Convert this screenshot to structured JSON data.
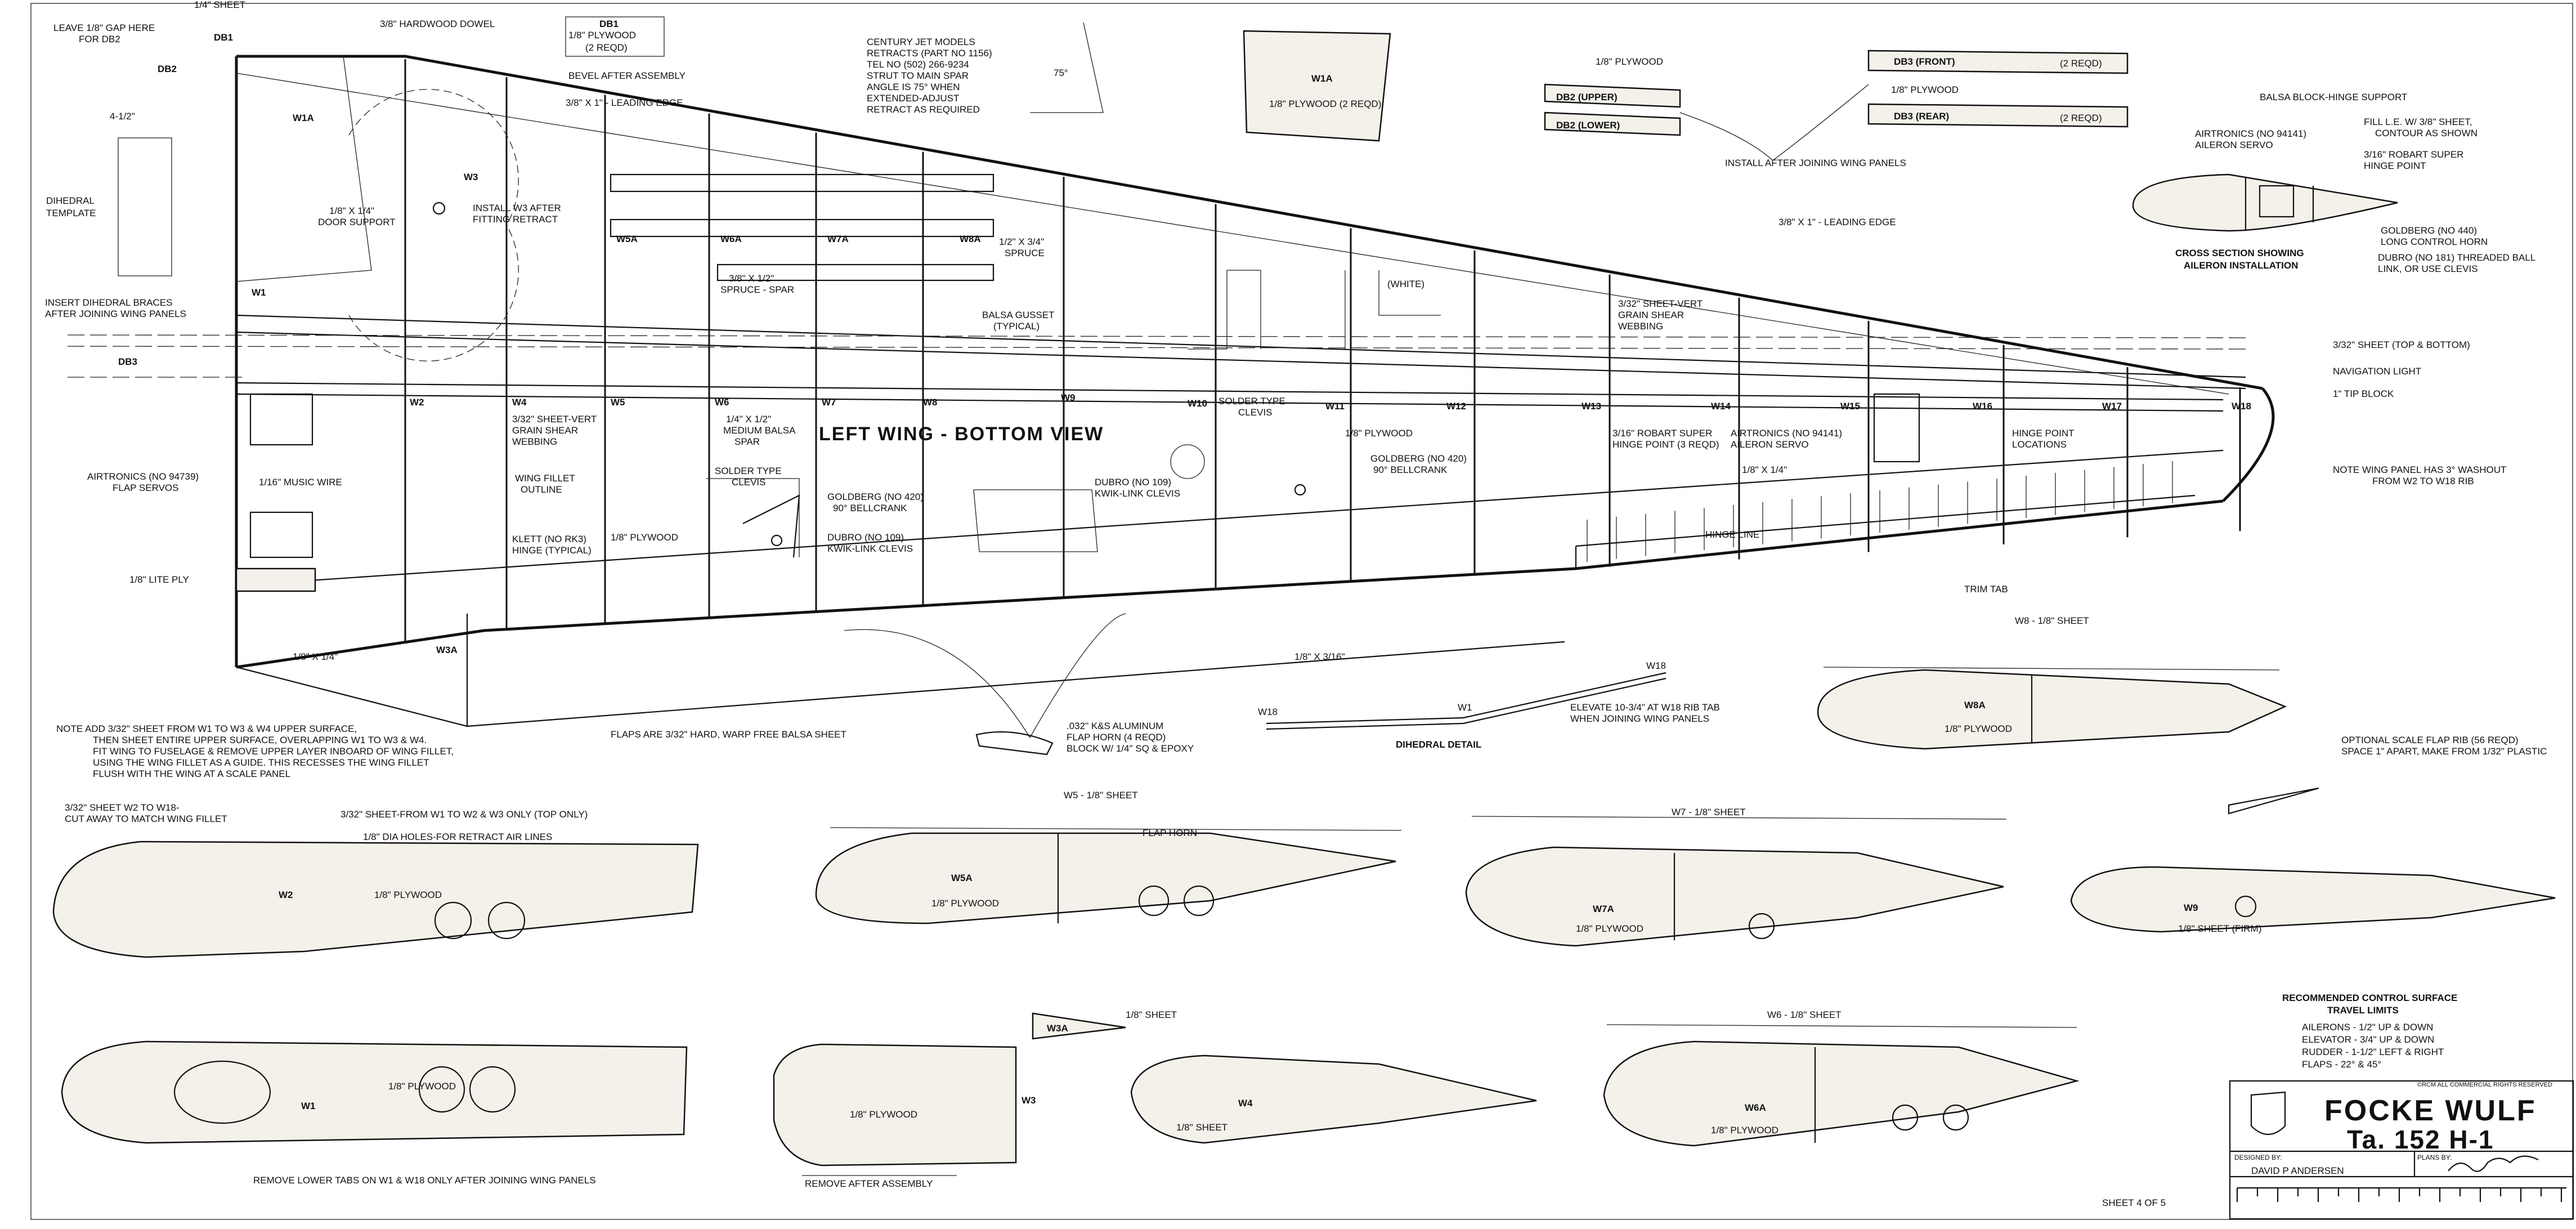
{
  "title": {
    "line1": "FOCKE WULF",
    "line2": "Ta. 152 H-1",
    "designed_by_label": "DESIGNED BY:",
    "designer": "DAVID P ANDERSEN",
    "plans_by_label": "PLANS BY:",
    "sheet": "SHEET 4 OF 5",
    "rights": "©RCM ALL COMMERCIAL RIGHTS RESERVED"
  },
  "control_limits": {
    "heading1": "RECOMMENDED CONTROL SURFACE",
    "heading2": "TRAVEL LIMITS",
    "rows": [
      "AILERONS - 1/2\" UP & DOWN",
      "ELEVATOR - 3/4\" UP & DOWN",
      "RUDDER - 1-1/2\" LEFT & RIGHT",
      "FLAPS - 22° & 45°"
    ]
  },
  "wing": {
    "view_label": "LEFT WING - BOTTOM VIEW",
    "ribs": [
      "W1",
      "W2",
      "W3",
      "W4",
      "W5",
      "W6",
      "W7",
      "W8",
      "W9",
      "W10",
      "W11",
      "W12",
      "W13",
      "W14",
      "W15",
      "W16",
      "W17",
      "W18"
    ],
    "rib_a": [
      "W1A",
      "W5A",
      "W6A",
      "W7A",
      "W8A",
      "W3A"
    ],
    "labels": {
      "gap": "LEAVE 1/8\" GAP HERE",
      "gap2": "FOR DB2",
      "sheet_1_4": "1/4\" SHEET",
      "db1": "DB1",
      "db2": "DB2",
      "db3": "DB3",
      "dowel": "3/8\" HARDWOOD DOWEL",
      "db1_box1": "DB1",
      "db1_box2": "1/8\" PLYWOOD",
      "db1_box3": "(2 REQD)",
      "bevel": "BEVEL AFTER ASSEMBLY",
      "le1": "3/8\" X 1\" - LEADING EDGE",
      "le2": "3/8\" X 1\" - LEADING EDGE",
      "dihedral_template1": "DIHEDRAL",
      "dihedral_template2": "TEMPLATE",
      "dim_4_1_2": "4-1/2\"",
      "door_support1": "1/8\" X 1/4\"",
      "door_support2": "DOOR SUPPORT",
      "install_w3_1": "INSTALL W3 AFTER",
      "install_w3_2": "FITTING RETRACT",
      "insert_braces1": "INSERT DIHEDRAL BRACES",
      "insert_braces2": "AFTER JOINING WING PANELS",
      "century1": "CENTURY JET MODELS",
      "century2": "RETRACTS (PART NO 1156)",
      "century3": "TEL NO (502) 266-9234",
      "century4": "STRUT TO MAIN SPAR",
      "century5": "ANGLE IS 75° WHEN",
      "century6": "EXTENDED-ADJUST",
      "century7": "RETRACT AS REQUIRED",
      "angle": "75°",
      "spruce_spar1": "3/8\" X 1/2\"",
      "spruce_spar2": "SPRUCE - SPAR",
      "spruce1": "1/2\" X 3/4\"",
      "spruce2": "SPRUCE",
      "gusset1": "BALSA GUSSET",
      "gusset2": "(TYPICAL)",
      "white": "(WHITE)",
      "sheet_vert1": "3/32\" SHEET-VERT",
      "sheet_vert2": "GRAIN SHEAR",
      "sheet_vert3": "WEBBING",
      "sheet_tb": "3/32\" SHEET (TOP & BOTTOM)",
      "nav": "NAVIGATION LIGHT",
      "tip": "1\" TIP BLOCK",
      "washout1": "NOTE WING PANEL HAS 3° WASHOUT",
      "washout2": "FROM W2 TO W18 RIB",
      "flap_servos1": "AIRTRONICS (NO 94739)",
      "flap_servos2": "FLAP SERVOS",
      "music_wire": "1/16\" MUSIC WIRE",
      "lite_ply": "1/8\" LITE PLY",
      "fillet1": "WING FILLET",
      "fillet2": "OUTLINE",
      "klett1": "KLETT (NO RK3)",
      "klett2": "HINGE (TYPICAL)",
      "ply_18": "1/8\" PLYWOOD",
      "balsa_spar1": "1/4\" X 1/2\"",
      "balsa_spar2": "MEDIUM BALSA",
      "balsa_spar3": "SPAR",
      "solder1": "SOLDER TYPE",
      "solder2": "CLEVIS",
      "goldberg420a": "GOLDBERG (NO 420)",
      "goldberg420b": "90° BELLCRANK",
      "dubro109a": "DUBRO (NO 109)",
      "dubro109b": "KWIK-LINK CLEVIS",
      "robart1": "3/16\" ROBART SUPER",
      "robart2": "HINGE POINT (3 REQD)",
      "aileron_servo1": "AIRTRONICS (NO 94141)",
      "aileron_servo2": "AILERON SERVO",
      "hinge_pts1": "HINGE POINT",
      "hinge_pts2": "LOCATIONS",
      "hinge_line": "HINGE LINE",
      "trim_tab": "TRIM TAB",
      "sheet_18x14a": "1/8\" X 1/4\"",
      "sheet_18x14b": "1/8\" X 1/4\"",
      "sheet_18x316": "1/8\" X 3/16\"",
      "flaps": "FLAPS ARE 3/32\" HARD, WARP FREE BALSA SHEET",
      "flap_horn1": ".032\" K&S ALUMINUM",
      "flap_horn2": "FLAP HORN (4 REQD)",
      "flap_horn3": "BLOCK W/ 1/4\" SQ & EPOXY",
      "note1": "NOTE ADD 3/32\" SHEET FROM W1 TO W3 & W4 UPPER SURFACE,",
      "note2": "THEN SHEET ENTIRE UPPER SURFACE, OVERLAPPING W1 TO W3 & W4.",
      "note3": "FIT WING TO FUSELAGE & REMOVE UPPER LAYER INBOARD OF WING FILLET,",
      "note4": "USING THE WING FILLET AS A GUIDE. THIS RECESSES THE WING FILLET",
      "note5": "FLUSH WITH THE WING AT A SCALE PANEL"
    }
  },
  "parts_top": {
    "w1a1": "W1A",
    "w1a2": "1/8\" PLYWOOD (2 REQD)",
    "db2_upper": "DB2 (UPPER)",
    "db2_lower": "DB2 (LOWER)",
    "ply": "1/8\" PLYWOOD",
    "db3_front": "DB3 (FRONT)",
    "db3_rear": "DB3 (REAR)",
    "reqd1": "(2 REQD)",
    "reqd2": "(2 REQD)",
    "install": "INSTALL AFTER JOINING WING PANELS"
  },
  "cross_section": {
    "title1": "CROSS SECTION SHOWING",
    "title2": "AILERON INSTALLATION",
    "balsa_block": "BALSA BLOCK-HINGE SUPPORT",
    "servo1": "AIRTRONICS (NO 94141)",
    "servo2": "AILERON SERVO",
    "fill1": "FILL L.E. W/ 3/8\" SHEET,",
    "fill2": "CONTOUR AS SHOWN",
    "robart1": "3/16\" ROBART SUPER",
    "robart2": "HINGE POINT",
    "goldberg1": "GOLDBERG (NO 440)",
    "goldberg2": "LONG CONTROL HORN",
    "dubro1": "DUBRO (NO 181) THREADED BALL",
    "dubro2": "LINK, OR USE CLEVIS"
  },
  "dihedral": {
    "title": "DIHEDRAL DETAIL",
    "w18a": "W18",
    "w18b": "W18",
    "w1": "W1",
    "elevate1": "ELEVATE 10-3/4\" AT W18 RIB TAB",
    "elevate2": "WHEN JOINING WING PANELS"
  },
  "ribs": {
    "w8_title": "W8 - 1/8\" SHEET",
    "w8a": "W8A",
    "w8_ply": "1/8\" PLYWOOD",
    "flap_rib1": "OPTIONAL SCALE FLAP RIB (56 REQD)",
    "flap_rib2": "SPACE 1\" APART, MAKE FROM 1/32\" PLASTIC",
    "w2_sheet1": "3/32\" SHEET W2 TO W18-",
    "w2_sheet2": "CUT AWAY TO MATCH WING FILLET",
    "w2_sheet3": "3/32\" SHEET-FROM W1 TO W2 & W3 ONLY (TOP ONLY)",
    "w2_holes": "1/8\" DIA HOLES-FOR RETRACT AIR LINES",
    "w2": "W2",
    "w2_ply": "1/8\" PLYWOOD",
    "w5_title": "W5 - 1/8\" SHEET",
    "flap_horn": "FLAP HORN",
    "w5a": "W5A",
    "w5_ply": "1/8\" PLYWOOD",
    "w7_title": "W7 - 1/8\" SHEET",
    "w7a": "W7A",
    "w7_ply": "1/8\" PLYWOOD",
    "w9": "W9",
    "w9_sheet": "1/8\" SHEET (FIRM)",
    "w1": "W1",
    "w1_ply": "1/8\" PLYWOOD",
    "w1_remove": "REMOVE LOWER TABS ON W1 & W18 ONLY AFTER JOINING WING PANELS",
    "w3a": "W3A",
    "w3a_sheet": "1/8\" SHEET",
    "w3": "W3",
    "w3_ply": "1/8\" PLYWOOD",
    "w3_remove": "REMOVE AFTER ASSEMBLY",
    "w4": "W4",
    "w4_sheet": "1/8\" SHEET",
    "w6_title": "W6 - 1/8\" SHEET",
    "w6a": "W6A",
    "w6_ply": "1/8\" PLYWOOD"
  }
}
